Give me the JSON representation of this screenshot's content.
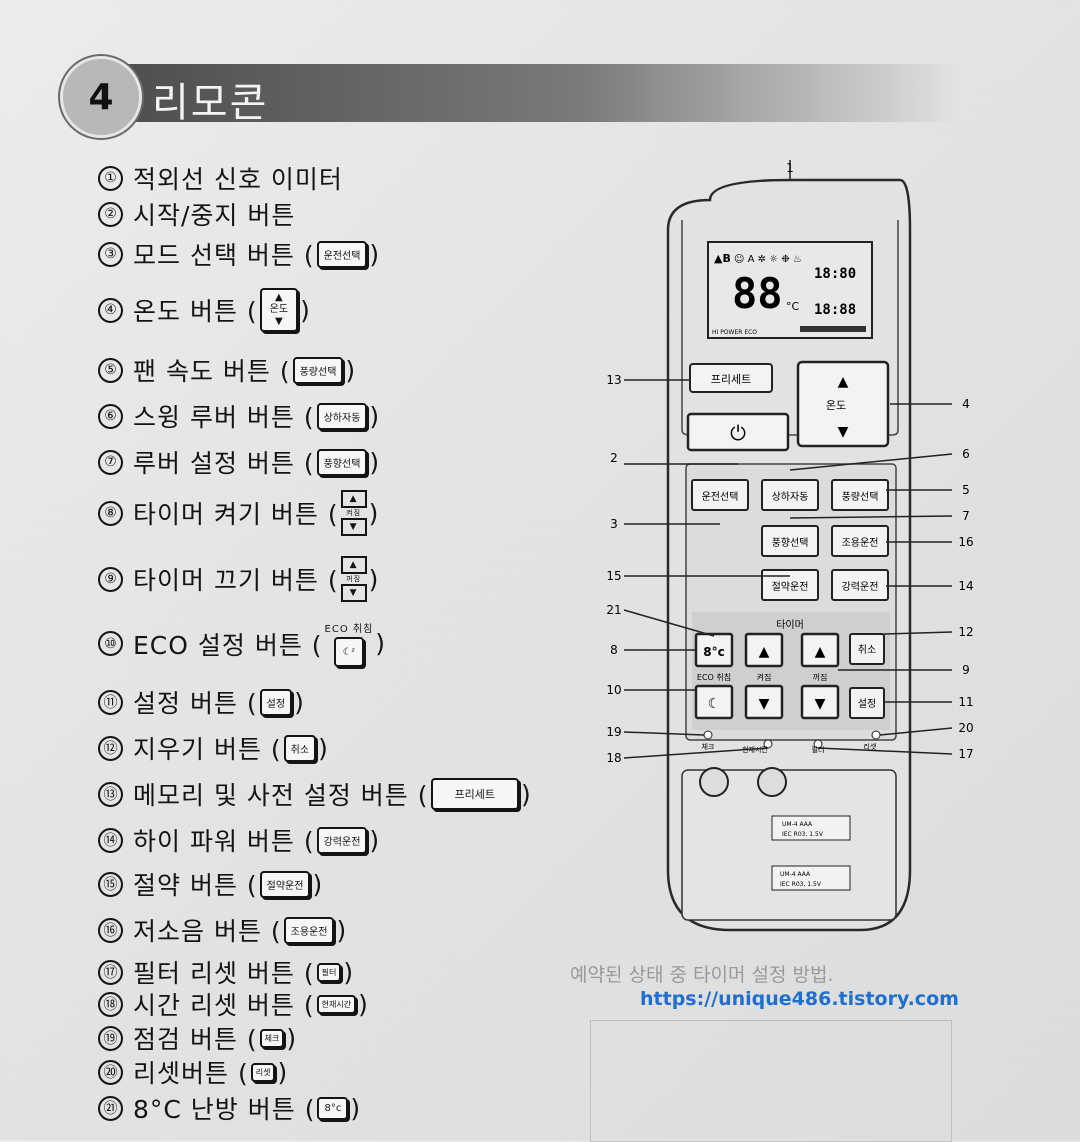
{
  "header": {
    "number": "4",
    "title": "리모콘"
  },
  "items": [
    {
      "num": "①",
      "text": "적외선 신호 이미터"
    },
    {
      "num": "②",
      "text": "시작/중지 버튼"
    },
    {
      "num": "③",
      "text": "모드 선택 버튼 (",
      "chip": "운전선택",
      "close": ")"
    },
    {
      "num": "④",
      "text": "온도 버튼 (",
      "chip": "온도",
      "close": ")"
    },
    {
      "num": "⑤",
      "text": "팬 속도 버튼 (",
      "chip": "풍량선택",
      "close": ")"
    },
    {
      "num": "⑥",
      "text": "스윙 루버 버튼 (",
      "chip": "상하자동",
      "close": ")"
    },
    {
      "num": "⑦",
      "text": "루버 설정 버튼 (",
      "chip": "풍향선택",
      "close": ")"
    },
    {
      "num": "⑧",
      "text": "타이머 켜기 버튼 (",
      "chip": "켜짐",
      "close": ")"
    },
    {
      "num": "⑨",
      "text": "타이머 끄기 버튼 (",
      "chip": "꺼짐",
      "close": ")"
    },
    {
      "num": "⑩",
      "text": "ECO 설정 버튼 (",
      "chip_caption": "ECO 취침",
      "close": ")"
    },
    {
      "num": "⑪",
      "text": "설정 버튼 (",
      "chip": "설정",
      "close": ")"
    },
    {
      "num": "⑫",
      "text": "지우기 버튼 (",
      "chip": "취소",
      "close": ")"
    },
    {
      "num": "⑬",
      "text": "메모리 및 사전 설정 버튼 (",
      "chip": "프리세트",
      "close": ")"
    },
    {
      "num": "⑭",
      "text": "하이 파워 버튼 (",
      "chip": "강력운전",
      "close": ")"
    },
    {
      "num": "⑮",
      "text": "절약 버튼 (",
      "chip": "절약운전",
      "close": ")"
    },
    {
      "num": "⑯",
      "text": "저소음 버튼 (",
      "chip": "조용운전",
      "close": ")"
    },
    {
      "num": "⑰",
      "text": "필터 리셋 버튼 (",
      "chip": "필터",
      "close": ")"
    },
    {
      "num": "⑱",
      "text": "시간 리셋 버튼 (",
      "chip": "현재시간",
      "close": ")"
    },
    {
      "num": "⑲",
      "text": "점검 버튼 (",
      "chip": "체크",
      "close": ")"
    },
    {
      "num": "⑳",
      "text": "리셋버튼 (",
      "chip": "리셋",
      "close": ")"
    },
    {
      "num": "㉑",
      "text": "8°C 난방 버튼 (",
      "chip": "8°c",
      "close": ")"
    }
  ],
  "remote": {
    "lcd_digits": "88",
    "lcd_unit": "°C",
    "lcd_ab": "▲B",
    "lcd_time1": "18:80",
    "lcd_time2": "18:88",
    "lcd_bottom": "HI POWER ECO",
    "preset": "프리세트",
    "temp": "온도",
    "power_symbol": "⏻",
    "mode": "운전선택",
    "swing": "상하자동",
    "fan": "풍량선택",
    "louver": "풍향선택",
    "quiet": "조용운전",
    "eco_save": "절약운전",
    "hipower": "강력운전",
    "timer_title": "타이머",
    "heat8": "8°c",
    "cancel": "취소",
    "eco_sleep": "ECO 취침",
    "on": "켜짐",
    "off": "꺼짐",
    "set": "설정",
    "check": "체크",
    "clock": "현재시간",
    "filter": "필터",
    "reset": "리셋",
    "battery_model": "UM-4 AAA",
    "battery_spec": "IEC R03, 1.5V",
    "callouts": [
      "1",
      "2",
      "3",
      "4",
      "5",
      "6",
      "7",
      "8",
      "9",
      "10",
      "11",
      "12",
      "13",
      "14",
      "15",
      "16",
      "17",
      "18",
      "19",
      "20",
      "21"
    ]
  },
  "watermark": "https://unique486.tistory.com",
  "background_text": "예약된 상태 중 타이머 설정 방법."
}
